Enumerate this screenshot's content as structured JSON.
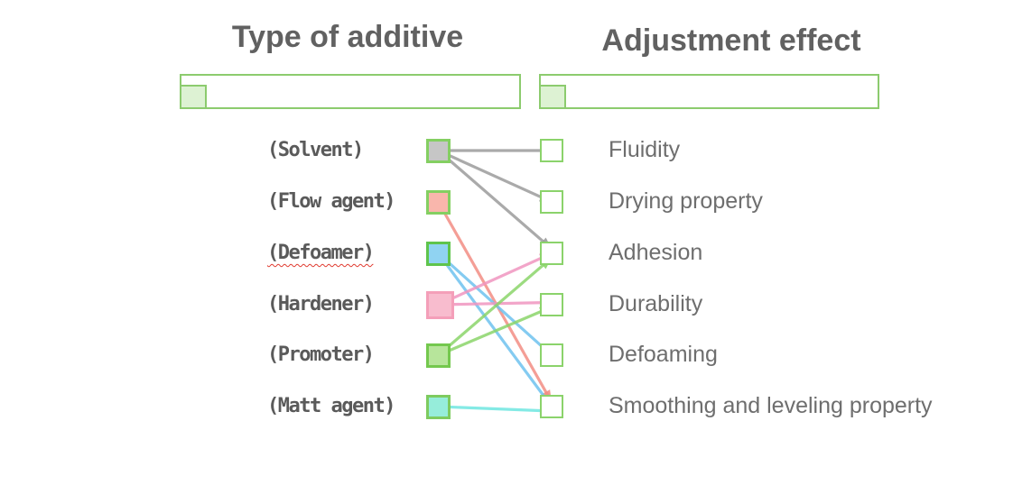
{
  "titles": {
    "left": "Type of additive",
    "right": "Adjustment effect"
  },
  "palette": {
    "header_border_green": "#8ccb6e",
    "header_square_fill": "#ddf2d3",
    "right_node_border": "#8bd36b",
    "title_text": "#616161",
    "label_text": "#5a5a5a"
  },
  "left_nodes": [
    {
      "id": "solvent",
      "label": "(Solvent)",
      "fill": "#c6c6c6",
      "border": "#84cf62"
    },
    {
      "id": "flow-agent",
      "label": "(Flow agent)",
      "fill": "#f9b6ac",
      "border": "#84cf62"
    },
    {
      "id": "defoamer",
      "label": "(Defoamer)",
      "fill": "#90d3f2",
      "border": "#5fc44c",
      "spellcheck_underline": true
    },
    {
      "id": "hardener",
      "label": "(Hardener)",
      "fill": "#f8bcce",
      "border": "#f49fb9"
    },
    {
      "id": "promoter",
      "label": "(Promoter)",
      "fill": "#b7e59b",
      "border": "#74c84e"
    },
    {
      "id": "matt-agent",
      "label": "(Matt agent)",
      "fill": "#96edda",
      "border": "#7ecb5f"
    }
  ],
  "right_nodes": [
    {
      "id": "fluidity",
      "label": "Fluidity"
    },
    {
      "id": "drying-property",
      "label": "Drying property"
    },
    {
      "id": "adhesion",
      "label": "Adhesion"
    },
    {
      "id": "durability",
      "label": "Durability"
    },
    {
      "id": "defoaming",
      "label": "Defoaming"
    },
    {
      "id": "smoothing-leveling",
      "label": "Smoothing and leveling property"
    }
  ],
  "edges": [
    {
      "from": "solvent",
      "to": "fluidity",
      "color": "#9b9b9b"
    },
    {
      "from": "solvent",
      "to": "drying-property",
      "color": "#9b9b9b"
    },
    {
      "from": "solvent",
      "to": "adhesion",
      "color": "#9b9b9b"
    },
    {
      "from": "flow-agent",
      "to": "smoothing-leveling",
      "color": "#f28d84"
    },
    {
      "from": "defoamer",
      "to": "defoaming",
      "color": "#6fc2ee"
    },
    {
      "from": "defoamer",
      "to": "smoothing-leveling",
      "color": "#6fc2ee"
    },
    {
      "from": "hardener",
      "to": "adhesion",
      "color": "#f095bf"
    },
    {
      "from": "hardener",
      "to": "durability",
      "color": "#f095bf"
    },
    {
      "from": "promoter",
      "to": "adhesion",
      "color": "#8bd56a"
    },
    {
      "from": "promoter",
      "to": "durability",
      "color": "#8bd56a"
    },
    {
      "from": "matt-agent",
      "to": "smoothing-leveling",
      "color": "#6fe6e0"
    }
  ]
}
